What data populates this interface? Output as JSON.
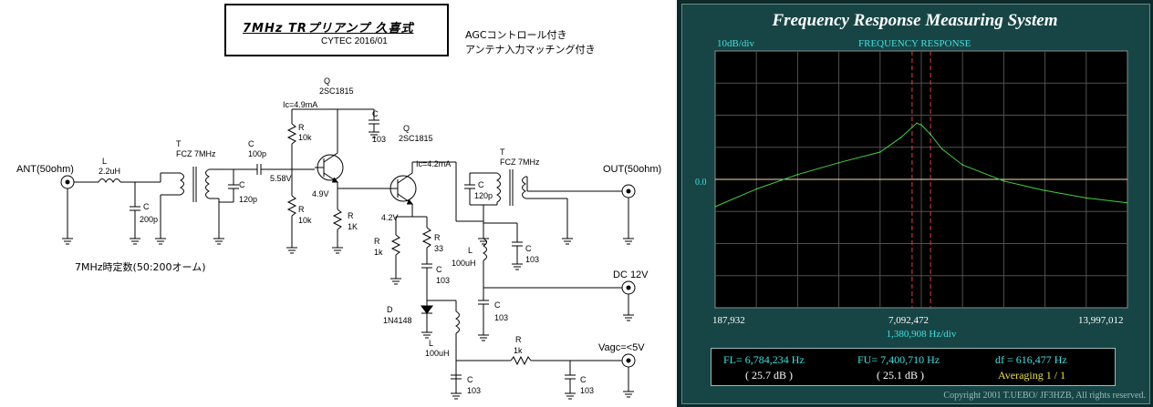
{
  "schematic": {
    "title": "7MHz  TRプリアンプ  久喜式",
    "subtitle": "CYTEC  2016/01",
    "notes": [
      "AGCコントロール付き",
      "アンテナ入力マッチング付き"
    ],
    "io_labels": {
      "ant": "ANT(50ohm)",
      "out": "OUT(50ohm)",
      "dc": "DC  12V",
      "vagc": "Vagc=<5V",
      "caption": "7MHz時定数(50:200オーム)"
    },
    "components": {
      "L1": {
        "ref": "L",
        "value": "2.2uH"
      },
      "C1": {
        "ref": "C",
        "value": "200p"
      },
      "T1": {
        "ref": "T",
        "value": "FCZ 7MHz"
      },
      "C2": {
        "ref": "C",
        "value": "120p"
      },
      "C3": {
        "ref": "C",
        "value": "100p"
      },
      "R1": {
        "ref": "R",
        "value": "10k"
      },
      "R2": {
        "ref": "R",
        "value": "10k"
      },
      "Q1": {
        "ref": "Q",
        "value": "2SC1815"
      },
      "C4": {
        "ref": "C",
        "value": "103"
      },
      "R3": {
        "ref": "R",
        "value": "1K"
      },
      "Q2": {
        "ref": "Q",
        "value": "2SC1815"
      },
      "R4": {
        "ref": "R",
        "value": "1k"
      },
      "R5": {
        "ref": "R",
        "value": "33"
      },
      "C5": {
        "ref": "C",
        "value": "103"
      },
      "D1": {
        "ref": "D",
        "value": "1N4148"
      },
      "L2": {
        "ref": "L",
        "value": "100uH"
      },
      "T2": {
        "ref": "T",
        "value": "FCZ 7MHz"
      },
      "C6": {
        "ref": "C",
        "value": "120p"
      },
      "L3": {
        "ref": "L",
        "value": "100uH"
      },
      "C7": {
        "ref": "C",
        "value": "103"
      },
      "C8": {
        "ref": "C",
        "value": "103"
      },
      "R6": {
        "ref": "R",
        "value": "1k"
      },
      "C9": {
        "ref": "C",
        "value": "103"
      },
      "C10": {
        "ref": "C",
        "value": "103"
      }
    },
    "measurements": {
      "ic1": "Ic=4.9mA",
      "ic2": "Ic=4.2mA",
      "v_base": "5.58V",
      "v_emitter": "4.9V",
      "v_q2": "4.2V"
    }
  },
  "analyzer": {
    "title": "Frequency Response Measuring System",
    "scale_label": "10dB/div",
    "plot_title": "FREQUENCY RESPONSE",
    "ref_label": "0.0",
    "x_start": "187,932",
    "x_center": "7,092,472",
    "x_end": "13,997,012",
    "span_label": "1,380,908  Hz/div",
    "readout": {
      "fl": "FL= 6,784,234  Hz",
      "fu": "FU= 7,400,710  Hz",
      "df": "df = 616,477  Hz",
      "fl_db": "( 25.7 dB )",
      "fu_db": "( 25.1 dB )",
      "averaging": "Averaging   1 / 1"
    },
    "copyright": "Copyright 2001 T.UEBO/ JF3HZB, All rights reserved.",
    "colors": {
      "background": "#174545",
      "plot_bg": "#000000",
      "grid": "#505050",
      "trace": "#40d040",
      "reference": "#f0e0a0",
      "markers": "#e04040",
      "cyan": "#40e0e0",
      "yellow": "#e8e040"
    }
  },
  "chart_data": {
    "type": "line",
    "title": "FREQUENCY RESPONSE",
    "xlabel": "1,380,908  Hz/div",
    "ylabel": "10dB/div",
    "xlim": [
      187932,
      13997012
    ],
    "ylim": [
      -40,
      40
    ],
    "x": [
      187932,
      1568840,
      2949748,
      4330656,
      5711564,
      6402018,
      6938000,
      7092472,
      7400710,
      7782926,
      8473380,
      9854288,
      11235196,
      12616104,
      13997012
    ],
    "series": [
      {
        "values": [
          -8.5,
          -3.0,
          1.5,
          5.2,
          8.5,
          13.0,
          17.5,
          17.0,
          14.0,
          9.5,
          4.5,
          -0.5,
          -3.5,
          -5.8,
          -7.3
        ]
      }
    ],
    "markers_x": [
      6784234,
      7400710
    ],
    "reference_y": 0,
    "grid": true
  }
}
